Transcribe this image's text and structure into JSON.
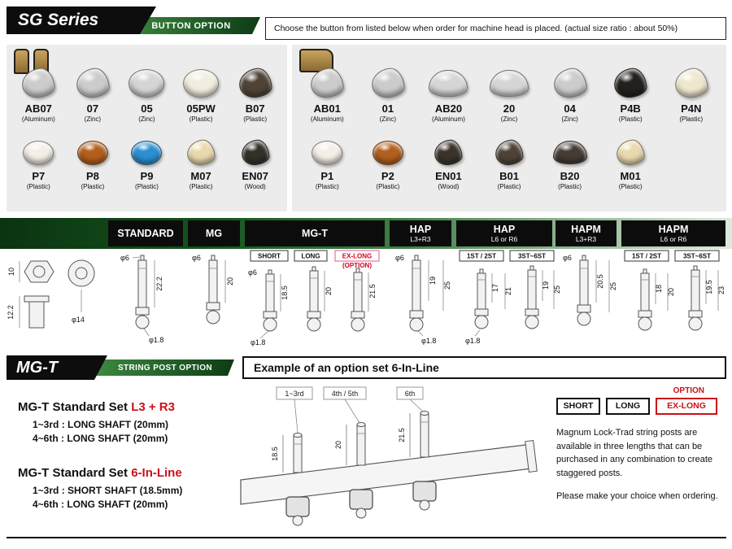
{
  "page": {
    "header": {
      "series": "SG Series",
      "section_label": "BUTTON OPTION",
      "description": "Choose the button from listed below when order for machine head is placed.  (actual size ratio :  about 50%)"
    },
    "panels": {
      "left": {
        "row1": [
          {
            "code": "AB07",
            "material": "(Aluminum)",
            "color": "#cccccc"
          },
          {
            "code": "07",
            "material": "(Zinc)",
            "color": "#cccccc"
          },
          {
            "code": "05",
            "material": "(Zinc)",
            "color": "#d5d5d5"
          },
          {
            "code": "05PW",
            "material": "(Plastic)",
            "color": "#f1ede0"
          },
          {
            "code": "B07",
            "material": "(Plastic)",
            "color": "#4f4337"
          }
        ],
        "row2": [
          {
            "code": "P7",
            "material": "(Plastic)",
            "color": "#f3efe6"
          },
          {
            "code": "P8",
            "material": "(Plastic)",
            "color": "#b35f1e"
          },
          {
            "code": "P9",
            "material": "(Plastic)",
            "color": "#2b8fd0"
          },
          {
            "code": "M07",
            "material": "(Plastic)",
            "color": "#ead9ac"
          },
          {
            "code": "EN07",
            "material": "(Wood)",
            "color": "#35302a"
          }
        ]
      },
      "right": {
        "row1": [
          {
            "code": "AB01",
            "material": "(Aluminum)",
            "color": "#cccccc"
          },
          {
            "code": "01",
            "material": "(Zinc)",
            "color": "#cccccc"
          },
          {
            "code": "AB20",
            "material": "(Aluminum)",
            "color": "#d5d5d5"
          },
          {
            "code": "20",
            "material": "(Zinc)",
            "color": "#d5d5d5"
          },
          {
            "code": "04",
            "material": "(Zinc)",
            "color": "#cccccc"
          },
          {
            "code": "P4B",
            "material": "(Plastic)",
            "color": "#23201d"
          },
          {
            "code": "P4N",
            "material": "(Plastic)",
            "color": "#efe7ce"
          }
        ],
        "row2": [
          {
            "code": "P1",
            "material": "(Plastic)",
            "color": "#f3efe6"
          },
          {
            "code": "P2",
            "material": "(Plastic)",
            "color": "#b35f1e"
          },
          {
            "code": "EN01",
            "material": "(Wood)",
            "color": "#3a332b"
          },
          {
            "code": "B01",
            "material": "(Plastic)",
            "color": "#4f4337"
          },
          {
            "code": "B20",
            "material": "(Plastic)",
            "color": "#453c34"
          },
          {
            "code": "M01",
            "material": "(Plastic)",
            "color": "#ead9ac"
          }
        ]
      }
    },
    "spec": {
      "headers": [
        {
          "title": "STANDARD",
          "sub": ""
        },
        {
          "title": "MG",
          "sub": ""
        },
        {
          "title": "MG-T",
          "sub": ""
        },
        {
          "title": "HAP",
          "sub": "L3+R3"
        },
        {
          "title": "HAP",
          "sub": "L6 or R6"
        },
        {
          "title": "HAPM",
          "sub": "L3+R3"
        },
        {
          "title": "HAPM",
          "sub": "L6 or R6"
        }
      ],
      "hardware": {
        "nut_height": "10",
        "washer_dia": "φ14",
        "bushing_height": "12.2"
      },
      "standard": {
        "phi_top": "φ6",
        "length": "22.2",
        "phi_tip": "φ1.8"
      },
      "mg": {
        "phi_top": "φ6",
        "length": "20"
      },
      "mg_t": {
        "tag_short": "SHORT",
        "tag_long": "LONG",
        "tag_exlong": "EX-LONG",
        "tag_option": "(OPTION)",
        "phi_top": "φ6",
        "len_short": "18.5",
        "len_long": "20",
        "len_exlong": "21.5",
        "phi_tip": "φ1.8"
      },
      "hap_l3r3": {
        "phi_top": "φ6",
        "len_a": "19",
        "len_b": "25",
        "phi_tip": "φ1.8"
      },
      "hap_l6r6": {
        "tag1": "1ST / 2ST",
        "tag2": "3ST~6ST",
        "p1_a": "17",
        "p1_b": "21",
        "p2_a": "19",
        "p2_b": "25",
        "phi_tip": "φ1.8"
      },
      "hapm_l3r3": {
        "phi_top": "φ6",
        "len_a": "20.5",
        "len_b": "25"
      },
      "hapm_l6r6": {
        "tag1": "1ST / 2ST",
        "tag2": "3ST~6ST",
        "p1_a": "18",
        "p1_b": "20",
        "p2_a": "19.5",
        "p2_b": "23"
      }
    },
    "post_option": {
      "banner": "MG-T",
      "banner_sub": "STRING POST OPTION",
      "example_title": "Example of an option set 6-In-Line",
      "set1_prefix": "MG-T Standard Set ",
      "set1_highlight": "L3 + R3",
      "set1_line1": "1~3rd : LONG SHAFT (20mm)",
      "set1_line2": "4~6th : LONG SHAFT (20mm)",
      "set2_prefix": "MG-T Standard Set ",
      "set2_highlight": "6-In-Line",
      "set2_line1": "1~3rd : SHORT SHAFT (18.5mm)",
      "set2_line2": "4~6th : LONG SHAFT (20mm)",
      "diagram": {
        "label1": "1~3rd",
        "label2": "4th / 5th",
        "label3": "6th",
        "dim1": "18.5",
        "dim2": "20",
        "dim3": "21.5"
      },
      "option_label": "OPTION",
      "btn_short": "SHORT",
      "btn_long": "LONG",
      "btn_exlong": "EX-LONG",
      "note": "Magnum Lock-Trad string posts are available in three lengths that can be purchased in any combination to create staggered posts.",
      "note2": "Please make your choice when ordering."
    },
    "colors": {
      "green_dark": "#0d3b14",
      "green_mid": "#3c8a40",
      "red": "#cc1019",
      "pink": "#e5559a",
      "black": "#0d0d0d"
    }
  }
}
